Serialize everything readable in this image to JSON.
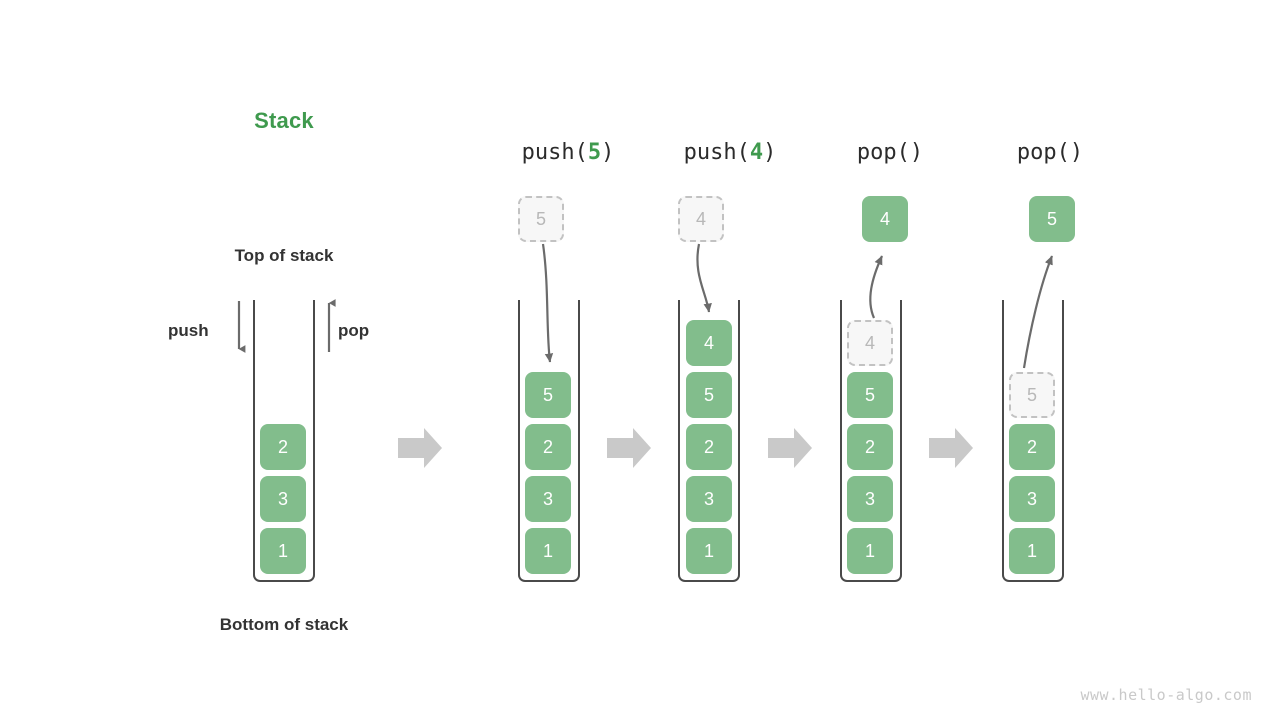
{
  "page": {
    "title": "Stack",
    "background": "#ffffff",
    "watermark": "www.hello-algo.com"
  },
  "colors": {
    "box_fill": "#82bd8c",
    "box_text": "#ffffff",
    "title_green": "#3f9a4e",
    "ghost_border": "#c2c2c2",
    "ghost_fill": "#f7f7f7",
    "ghost_text": "#b8b8b8",
    "container_stroke": "#4a4a4a",
    "flow_arrow": "#c9c9c9",
    "motion_arrow": "#6b6b6b",
    "label_text": "#333333",
    "watermark_text": "#c9c9c9"
  },
  "labels": {
    "top_of_stack": "Top of stack",
    "bottom_of_stack": "Bottom of stack",
    "push": "push",
    "pop": "pop"
  },
  "stacks": [
    {
      "id": "initial",
      "op_prefix": "",
      "op_arg": "",
      "op_suffix": "",
      "boxes": [
        "2",
        "3",
        "1"
      ],
      "floating": null,
      "ghost_in_stack": null
    },
    {
      "id": "push-5",
      "op_prefix": "push(",
      "op_arg": "5",
      "op_suffix": ")",
      "boxes": [
        "5",
        "2",
        "3",
        "1"
      ],
      "floating": {
        "value": "5",
        "style": "ghost"
      },
      "ghost_in_stack": null
    },
    {
      "id": "push-4",
      "op_prefix": "push(",
      "op_arg": "4",
      "op_suffix": ")",
      "boxes": [
        "4",
        "5",
        "2",
        "3",
        "1"
      ],
      "floating": {
        "value": "4",
        "style": "ghost"
      },
      "ghost_in_stack": null
    },
    {
      "id": "pop-4",
      "op_prefix": "pop(",
      "op_arg": "",
      "op_suffix": ")",
      "boxes": [
        "5",
        "2",
        "3",
        "1"
      ],
      "floating": {
        "value": "4",
        "style": "solid"
      },
      "ghost_in_stack": {
        "value": "4"
      }
    },
    {
      "id": "pop-5",
      "op_prefix": "pop(",
      "op_arg": "",
      "op_suffix": ")",
      "boxes": [
        "2",
        "3",
        "1"
      ],
      "floating": {
        "value": "5",
        "style": "solid"
      },
      "ghost_in_stack": {
        "value": "5"
      }
    }
  ]
}
